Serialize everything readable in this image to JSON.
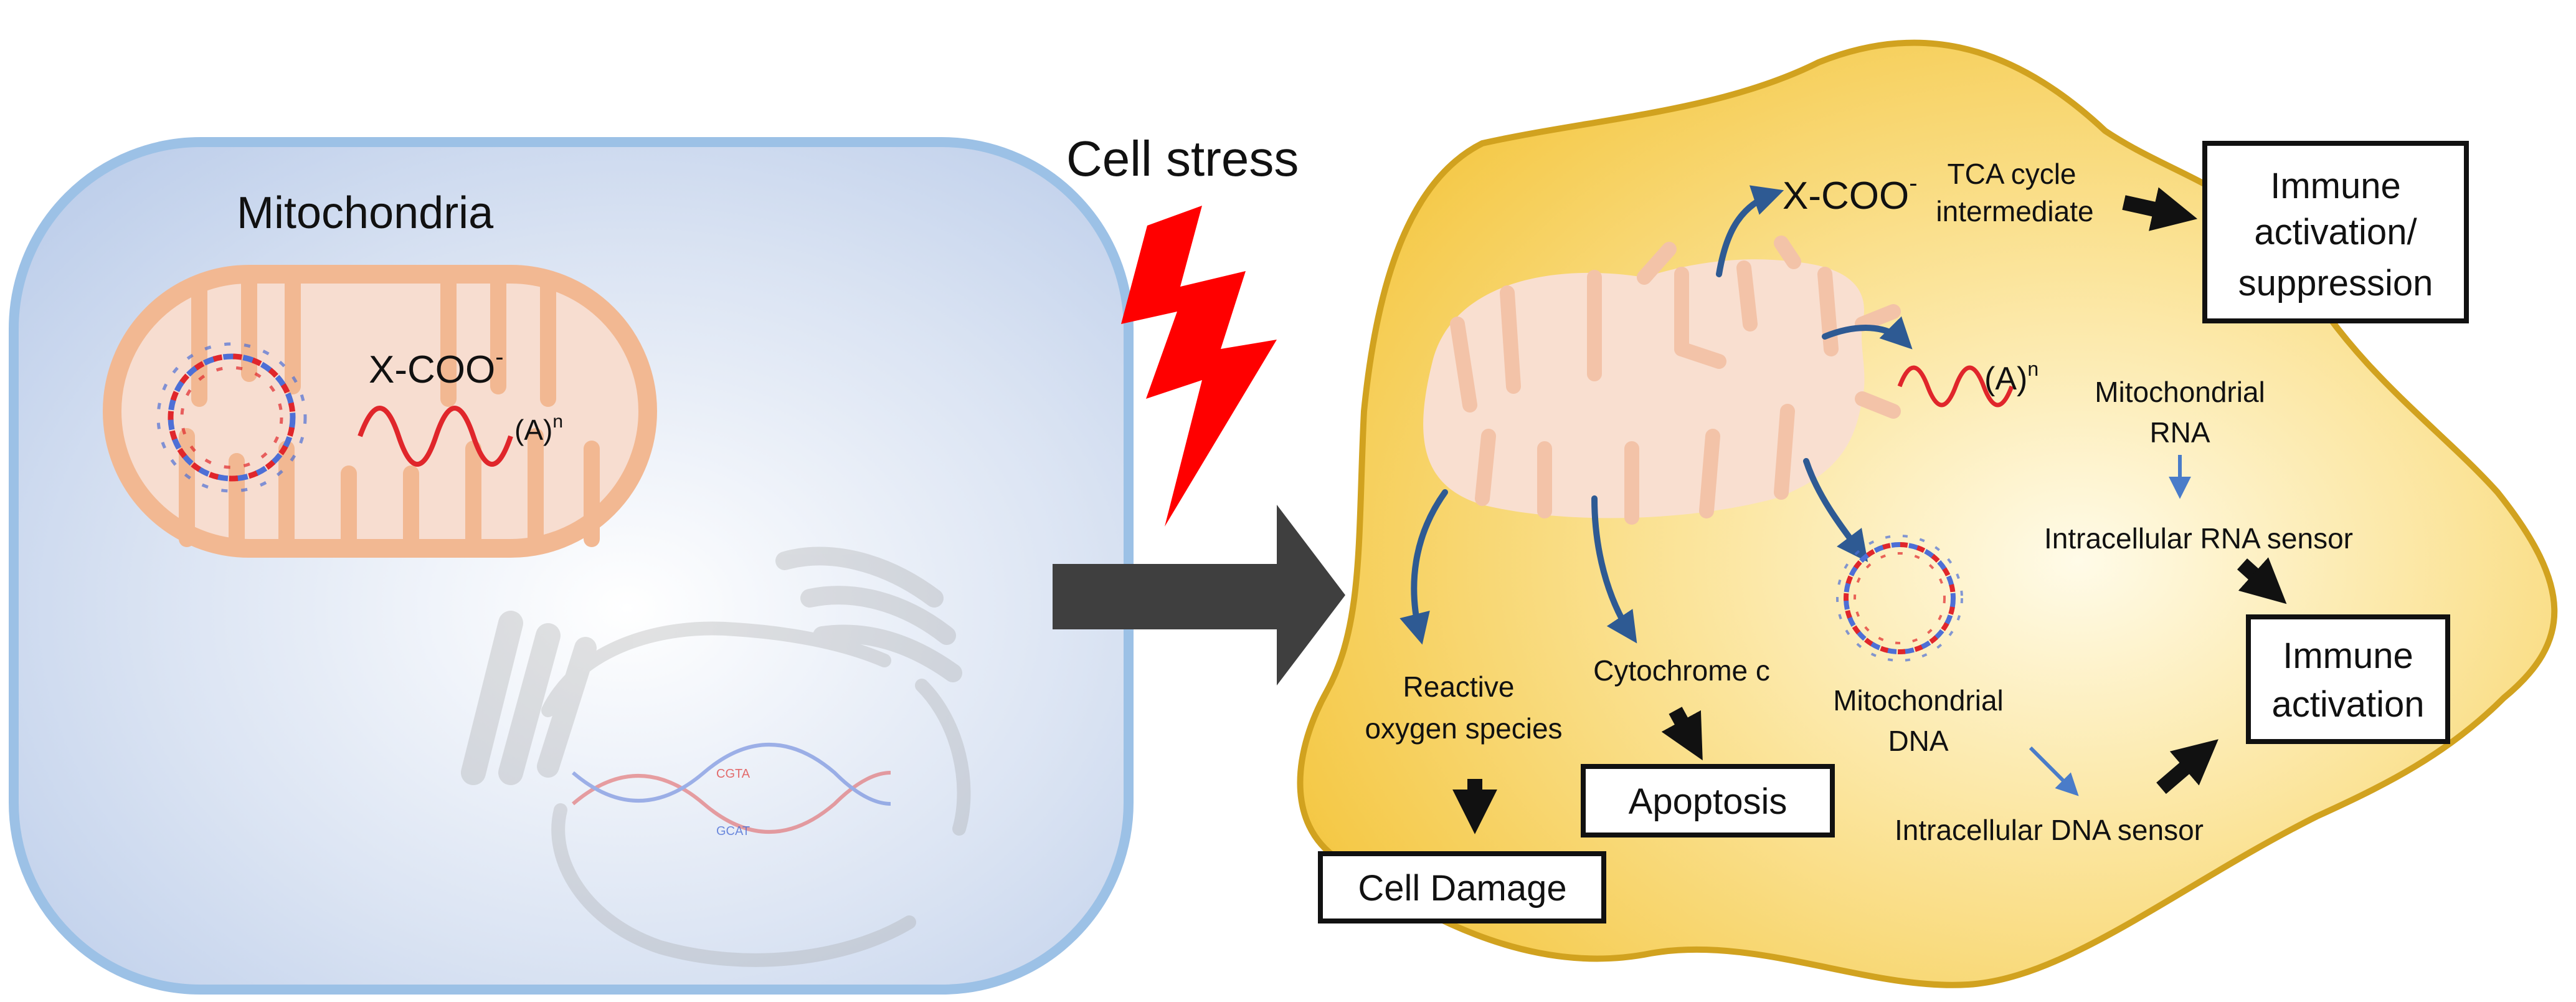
{
  "left_cell": {
    "title": "Mitochondria",
    "metabolite": "X-COO",
    "metabolite_charge": "-",
    "polya": "(A)",
    "polya_sup": "n",
    "dna_top_seq": "CGTA",
    "dna_bottom_seq": "GCAT"
  },
  "stress": {
    "label": "Cell stress"
  },
  "right_cell": {
    "metabolite": "X-COO",
    "metabolite_charge": "-",
    "tca_line1": "TCA cycle",
    "tca_line2": "intermediate",
    "immune_box1_line1": "Immune",
    "immune_box1_line2": "activation/",
    "immune_box1_line3": "suppression",
    "polya": "(A)",
    "polya_sup": "n",
    "mito_rna_line1": "Mitochondrial",
    "mito_rna_line2": "RNA",
    "rna_sensor": "Intracellular RNA sensor",
    "immune_box2_line1": "Immune",
    "immune_box2_line2": "activation",
    "ros_line1": "Reactive",
    "ros_line2": "oxygen species",
    "cytochrome": "Cytochrome c",
    "mito_dna_line1": "Mitochondrial",
    "mito_dna_line2": "DNA",
    "apoptosis": "Apoptosis",
    "dna_sensor": "Intracellular DNA sensor",
    "cell_damage": "Cell Damage"
  },
  "colors": {
    "cell_fill": "#c9d7ee",
    "cell_border": "#9cc1e6",
    "mito_fill": "#f7ddd0",
    "mito_border": "#f2b892",
    "yellow_fill": "#f7cd55",
    "yellow_border": "#d1a21f",
    "blue_arrow": "#2e5a93",
    "black_arrow": "#111111",
    "big_arrow": "#3f3f3f",
    "bolt": "#ff0000",
    "rna_wave": "#e0262b",
    "dna_red": "#e0262b",
    "dna_blue": "#2e5fc0"
  }
}
